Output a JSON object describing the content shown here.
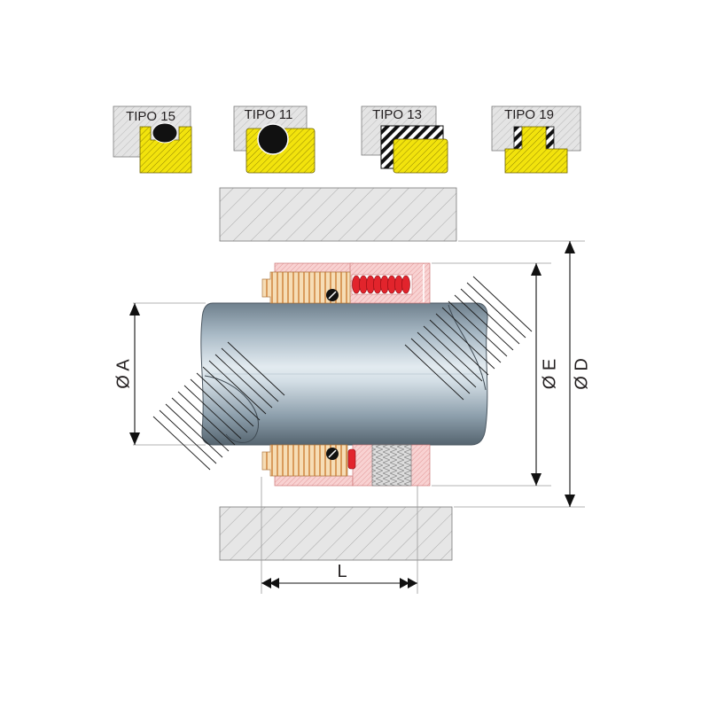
{
  "seal_types": [
    {
      "label": "TIPO 15"
    },
    {
      "label": "TIPO 11"
    },
    {
      "label": "TIPO 13"
    },
    {
      "label": "TIPO 19"
    }
  ],
  "dimensions": {
    "shaft_diameter": "Ø A",
    "seat_diameter": "Ø E",
    "housing_diameter": "Ø D",
    "length": "L"
  },
  "colors": {
    "seal_ring": "#f2e30c",
    "housing": "#e6e6e6",
    "collar": "#f6c8c8",
    "spring": "#e2242c",
    "holder": "#f4d9b0",
    "o_ring": "#111111",
    "shaft": "#9fb1bd"
  }
}
